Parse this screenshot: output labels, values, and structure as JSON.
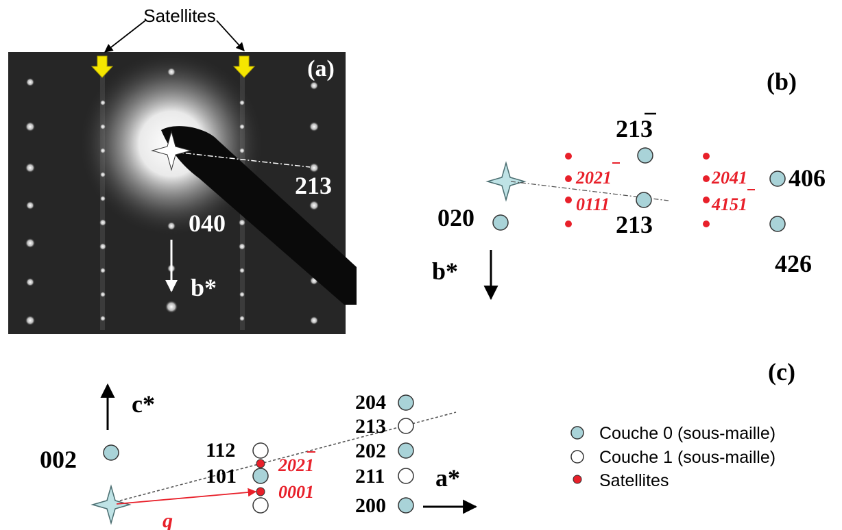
{
  "panel_a": {
    "annotation": "Satellites",
    "label": "(a)",
    "spot_label_213": "213",
    "spot_label_040": "040",
    "axis_label": "b*"
  },
  "panel_b": {
    "label": "(b)",
    "hkl_213bar": "213",
    "hkl_406": "406",
    "hkl_020": "020",
    "hkl_213": "213",
    "hkl_426": "426",
    "sat_2021bar": "2021",
    "sat_0111": "0111",
    "sat_2041": "2041",
    "sat_4151bar": "4151",
    "axis_label": "b*"
  },
  "panel_c": {
    "label": "(c)",
    "c_axis": "c*",
    "a_axis": "a*",
    "q_label": "q",
    "hkl_002": "002",
    "hkl_112": "112",
    "hkl_101": "101",
    "hkl_204": "204",
    "hkl_213": "213",
    "hkl_202": "202",
    "hkl_211": "211",
    "hkl_200": "200",
    "sat_2021bar": "2021",
    "sat_0001": "0001"
  },
  "legend": {
    "items": [
      {
        "label": "Couche 0 (sous-maille)",
        "color": "#a9d3d8"
      },
      {
        "label": "Couche 1 (sous-maille)",
        "color": "#ffffff"
      },
      {
        "label": "Satellites",
        "color": "#e8202a"
      }
    ]
  },
  "colors": {
    "layer0": "#a9d3d8",
    "satellite": "#e8202a",
    "arrow_yellow": "#f5e600",
    "star": "#bfe3e6"
  }
}
